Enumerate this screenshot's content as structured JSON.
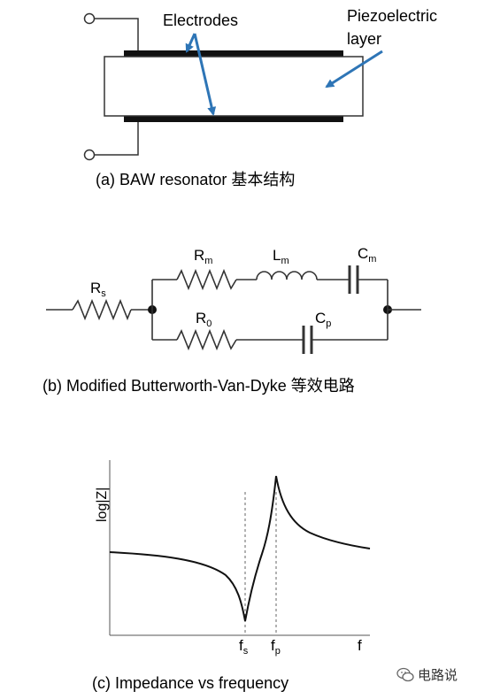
{
  "panel_a": {
    "label_electrodes": "Electrodes",
    "label_piezo_line1": "Piezoelectric",
    "label_piezo_line2": "layer",
    "caption": "(a)  BAW resonator 基本结构",
    "arrow_color": "#2e75b6"
  },
  "panel_b": {
    "rs_main": "R",
    "rs_sub": "s",
    "rm_main": "R",
    "rm_sub": "m",
    "lm_main": "L",
    "lm_sub": "m",
    "cm_main": "C",
    "cm_sub": "m",
    "r0_main": "R",
    "r0_sub": "0",
    "cp_main": "C",
    "cp_sub": "p",
    "caption": "(b)  Modified Butterworth-Van-Dyke 等效电路"
  },
  "panel_c": {
    "ylabel": "log|Z|",
    "xlabel": "f",
    "fs_main": "f",
    "fs_sub": "s",
    "fp_main": "f",
    "fp_sub": "p",
    "caption": "(c)  Impedance vs frequency"
  },
  "watermark": {
    "text": "电路说",
    "icon": "wechat-icon"
  }
}
